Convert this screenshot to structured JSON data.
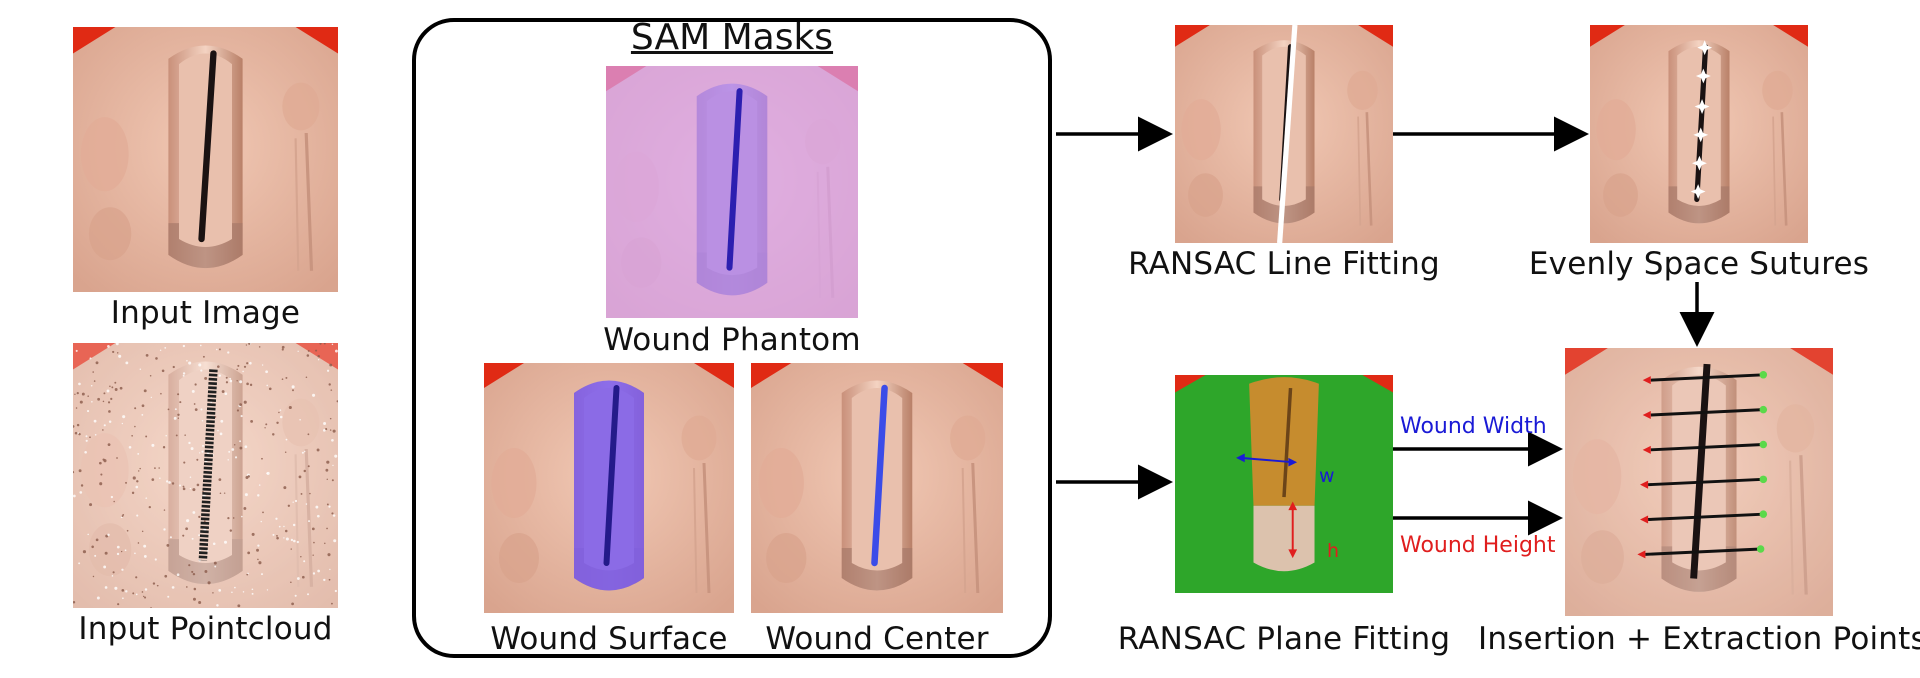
{
  "sam_title": "SAM Masks",
  "captions": {
    "input_image": "Input Image",
    "input_pointcloud": "Input Pointcloud",
    "wound_phantom": "Wound Phantom",
    "wound_surface": "Wound Surface",
    "wound_center": "Wound Center",
    "ransac_line": "RANSAC Line Fitting",
    "evenly_space": "Evenly Space Sutures",
    "ransac_plane": "RANSAC Plane Fitting",
    "insertion_extraction": "Insertion + Extraction Points"
  },
  "arrow_labels": {
    "width": "Wound Width",
    "height": "Wound Height"
  },
  "plane_labels": {
    "w": "w",
    "h": "h"
  },
  "colors": {
    "skin": "#e7b7a2",
    "skin_shadow": "#c8917c",
    "corner_red": "#e02a14",
    "sam_purple": "#e7b2ef",
    "mask_blue": "#7a5cf0",
    "plane_green": "#2ea62a",
    "plane_orange": "#c68c2e",
    "width_blue": "#1a1ad6",
    "height_red": "#e01e1e"
  }
}
